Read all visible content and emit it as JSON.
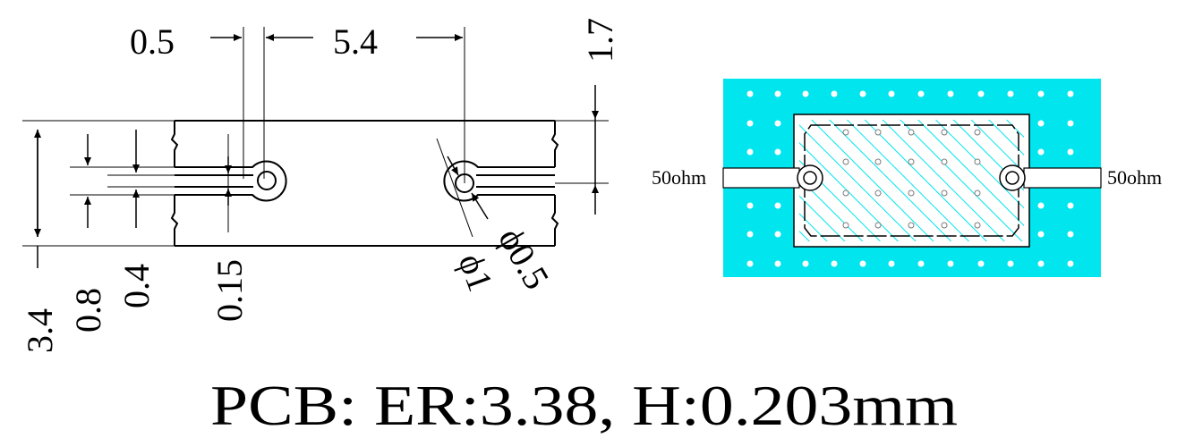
{
  "dimensions": {
    "gap_width": "0.5",
    "hole_spacing": "5.4",
    "right_offset": "1.7",
    "total_height": "3.4",
    "slot_height": "0.8",
    "center_height": "0.4",
    "line_width": "0.15",
    "outer_diameter": "ϕ1",
    "inner_diameter": "ϕ0.5"
  },
  "pcb": {
    "left_port_label": "50ohm",
    "right_port_label": "50ohm",
    "board_color": "#00E5EE"
  },
  "caption": "PCB: ER:3.38, H:0.203mm"
}
